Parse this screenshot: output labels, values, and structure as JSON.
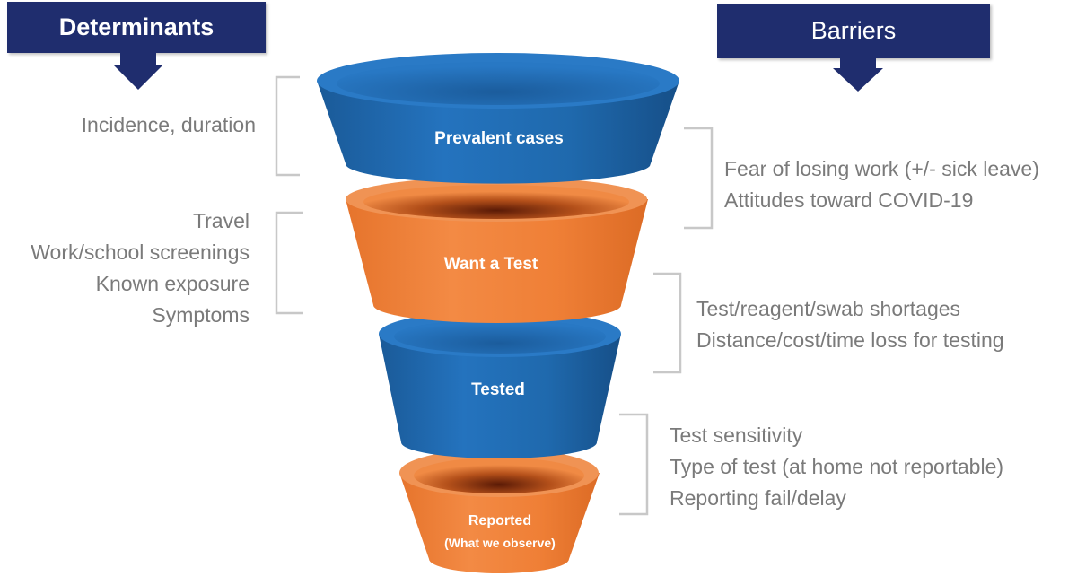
{
  "headers": {
    "determinants": "Determinants",
    "barriers": "Barriers"
  },
  "stages": [
    {
      "label": "Prevalent cases",
      "color": "blue"
    },
    {
      "label": "Want a Test",
      "color": "orange"
    },
    {
      "label": "Tested",
      "color": "blue"
    },
    {
      "label": "Reported",
      "sublabel": "(What we observe)",
      "color": "orange"
    }
  ],
  "determinants": [
    {
      "lines": [
        "Incidence, duration"
      ]
    },
    {
      "lines": [
        "Travel",
        "Work/school screenings",
        "Known exposure",
        "Symptoms"
      ]
    }
  ],
  "barriers": [
    {
      "lines": [
        "Fear of losing work  (+/- sick leave)",
        "Attitudes toward COVID-19"
      ]
    },
    {
      "lines": [
        "Test/reagent/swab shortages",
        "Distance/cost/time loss for testing"
      ]
    },
    {
      "lines": [
        "Test sensitivity",
        "Type of test (at home not reportable)",
        "Reporting fail/delay"
      ]
    }
  ],
  "colors": {
    "navy": "#1f2d6e",
    "blue": "#1f6fb5",
    "orange": "#ef7f36",
    "text_gray": "#7a7a7a",
    "bracket_gray": "#c8c8c8"
  }
}
